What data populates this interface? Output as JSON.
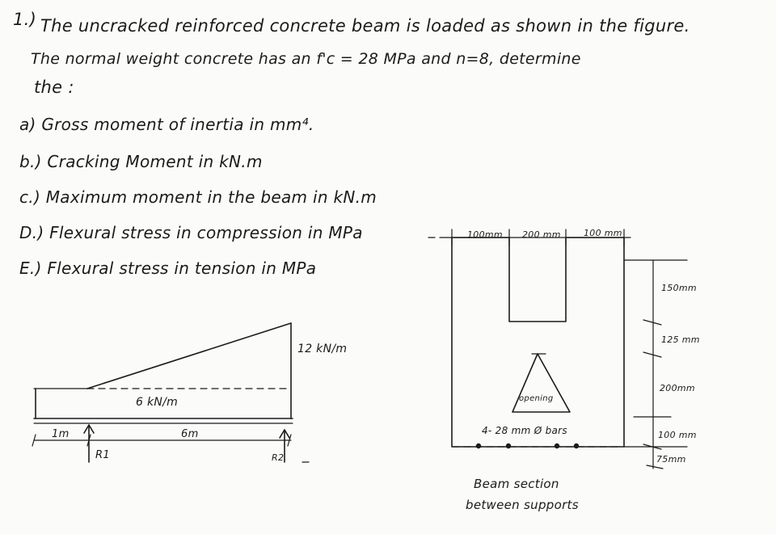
{
  "problem": {
    "number": "1.)",
    "line1": "The uncracked reinforced concrete beam is loaded as shown in the figure.",
    "line2": "The normal weight concrete has an f'c = 28 MPa and n=8, determine",
    "line3": "the :",
    "items": [
      "a) Gross moment of inertia in mm⁴.",
      "b.) Cracking Moment in kN.m",
      "c.) Maximum moment in the beam in kN.m",
      "D.) Flexural stress in compression in MPa",
      "E.) Flexural stress in tension in MPa"
    ]
  },
  "load_diagram": {
    "max_load": "12 kN/m",
    "uniform_load": "6 kN/m",
    "overhang": "1m",
    "span": "6m",
    "reaction_left": "R1",
    "reaction_right": "R2"
  },
  "section": {
    "top_dims": [
      "100mm",
      "200 mm",
      "100 mm"
    ],
    "right_dims": [
      "150mm",
      "125 mm",
      "200mm",
      "100 mm",
      "75mm"
    ],
    "opening_label": "opening",
    "bars_label": "4- 28 mm Ø bars",
    "caption_line1": "Beam section",
    "caption_line2": "between supports"
  }
}
